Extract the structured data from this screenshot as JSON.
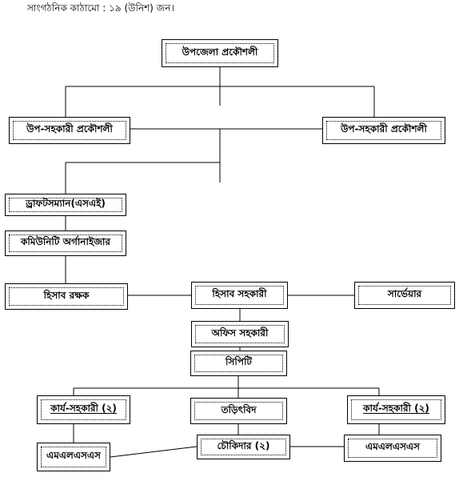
{
  "caption": "সাংগঠনিক কাঠামো : ১৯ (উনিশ) জন।",
  "nodes": {
    "engineer": "উপজেলা প্রকৌশলী",
    "asst_eng_left": "উপ-সহকারী প্রকৌশলী",
    "asst_eng_right": "উপ-সহকারী প্রকৌশলী",
    "draftsman": "ড্রাফটসম্যান(এসএই)",
    "organizer": "কমিউনিটি অর্গানাইজার",
    "accountant": "হিসাব রক্ষক",
    "acc_assistant": "হিসাব সহকারী",
    "surveyor": "সার্ভেয়ার",
    "office_assistant": "অফিস সহকারী",
    "cpt": "সিপিটি",
    "work_asst_left": "কার্য-সহকারী (২)",
    "electrician": "তড়িৎবিদ",
    "work_asst_right": "কার্য-সহকারী (২)",
    "guard": "চৌকিদার (২)",
    "mlss_left": "এমএলএসএস",
    "mlss_right": "এমএলএসএস"
  }
}
